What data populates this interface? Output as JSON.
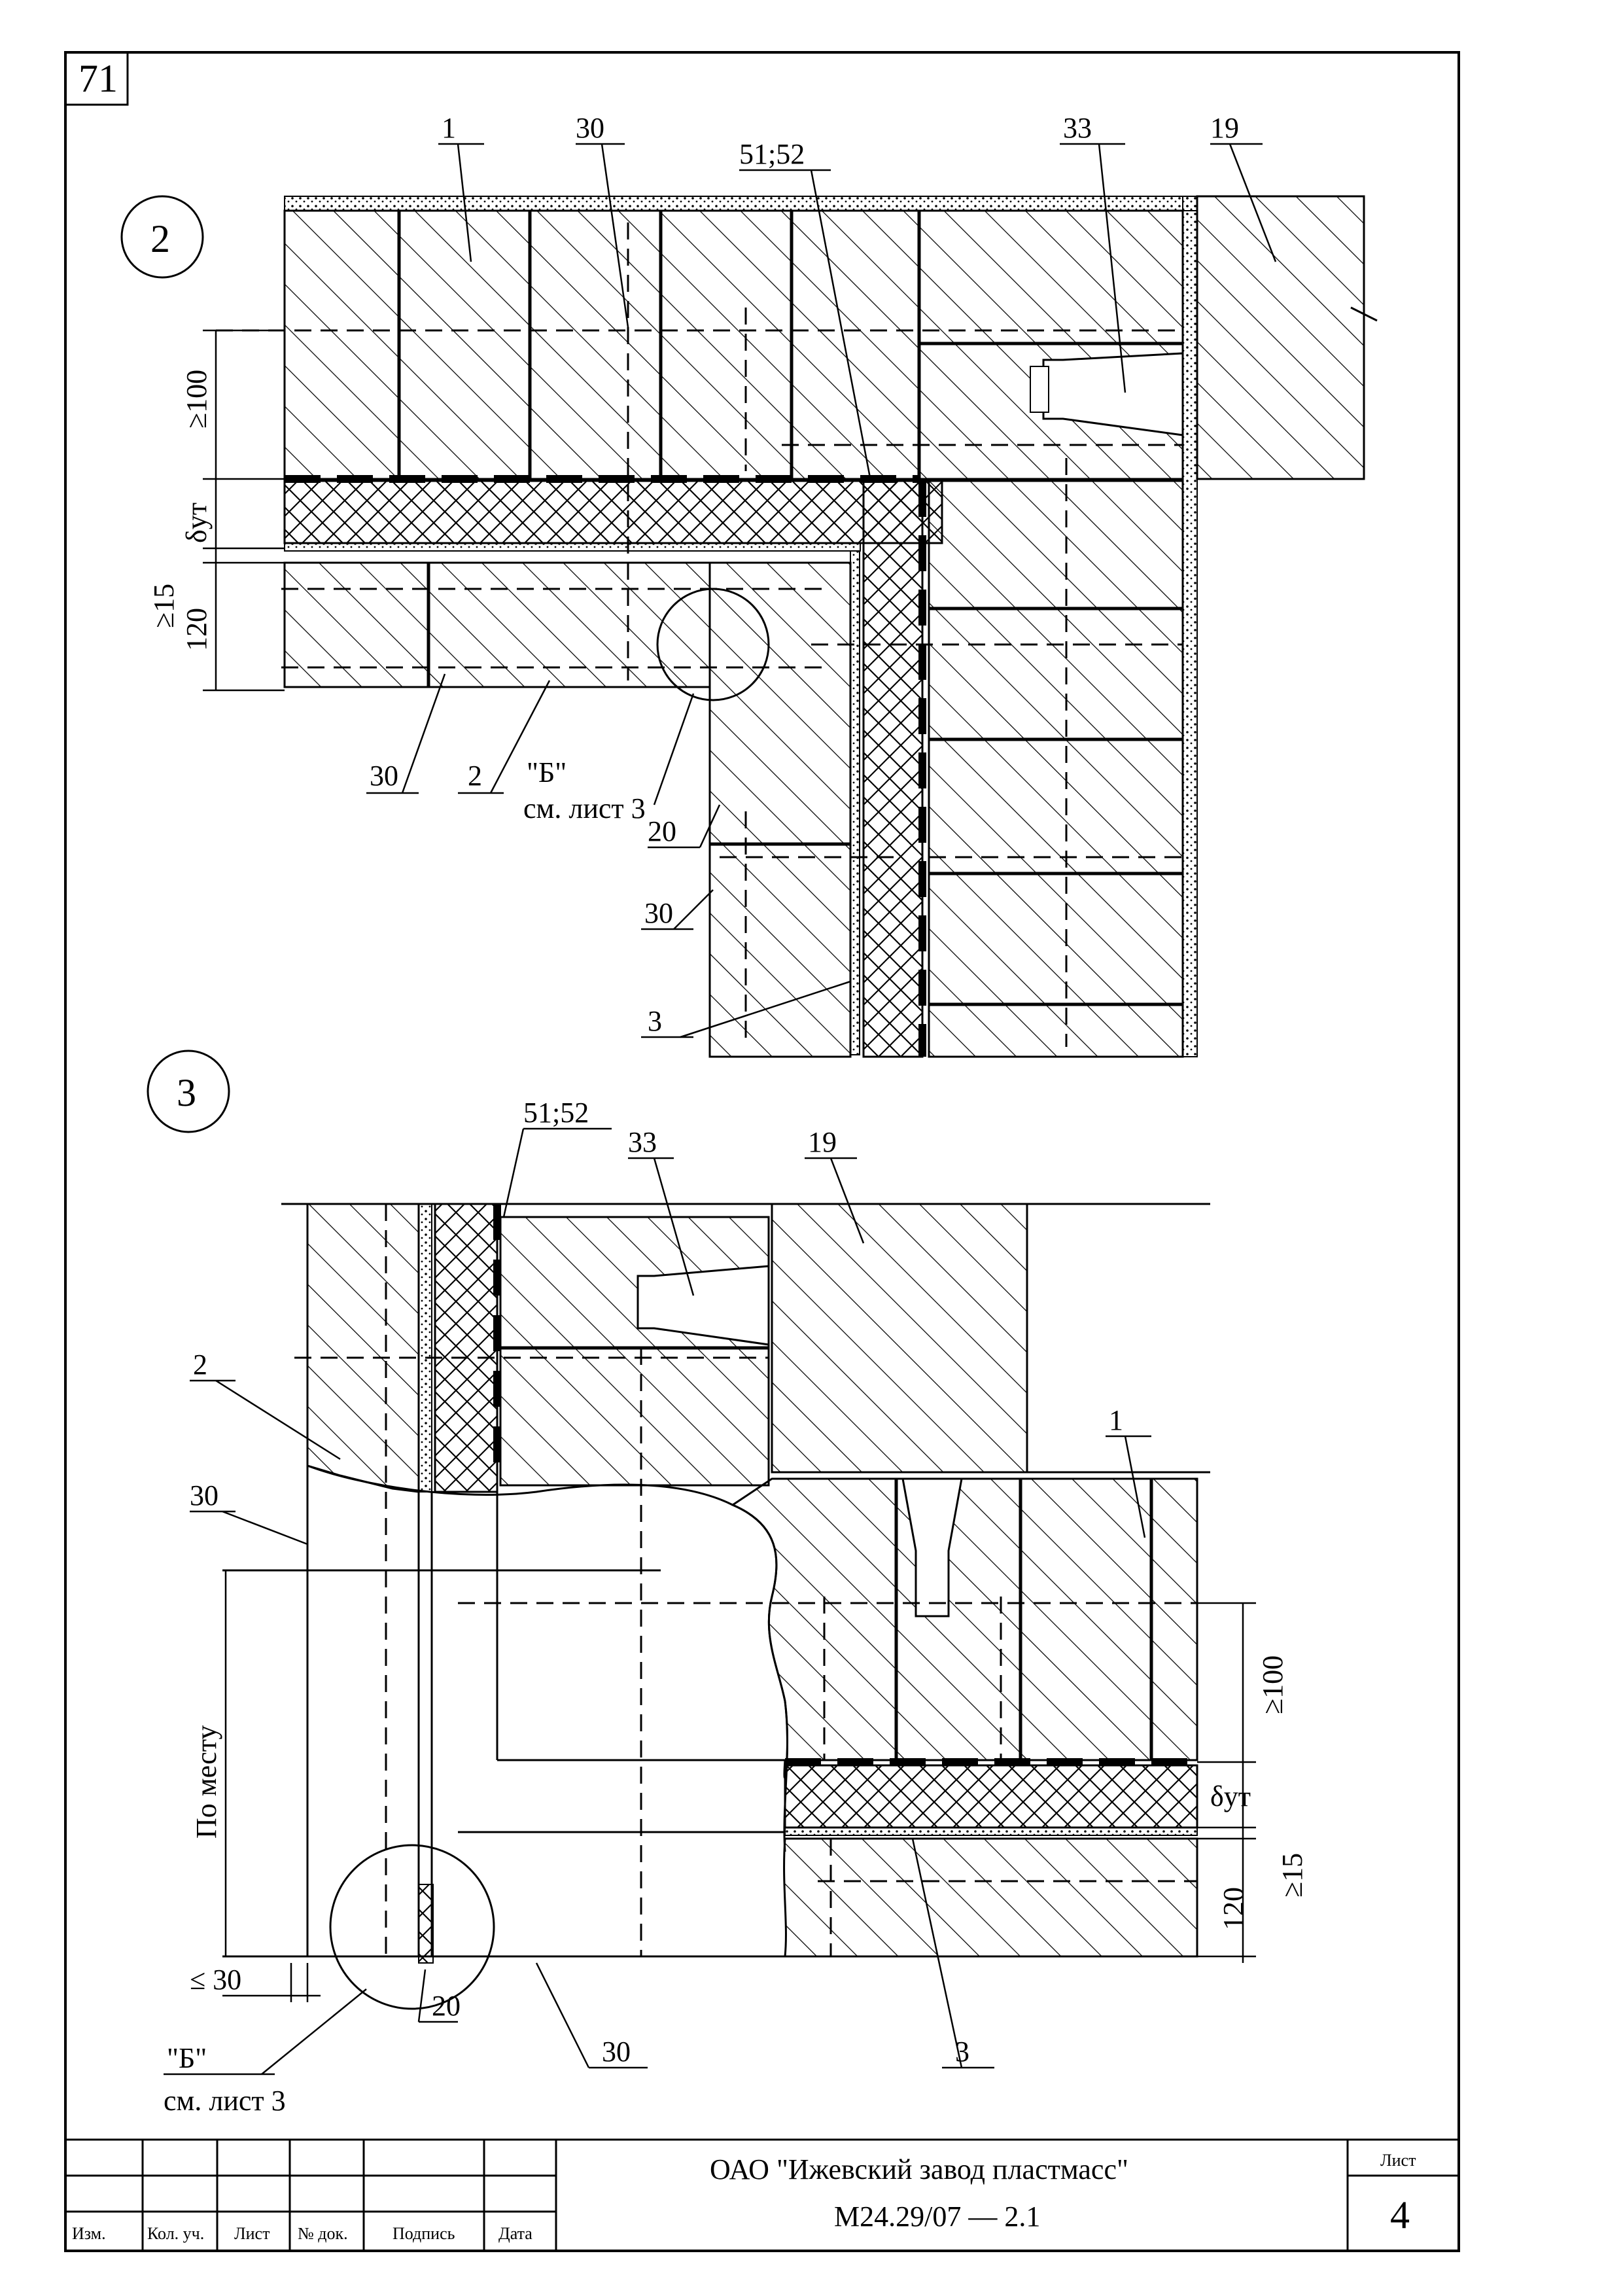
{
  "sheet_corner_number": "71",
  "detail_2": {
    "marker": "2",
    "callouts": {
      "c1": "1",
      "c30_top": "30",
      "c51": "51;52",
      "c33": "33",
      "c19": "19",
      "c30_left": "30",
      "c2": "2",
      "b_ref": "\"Б\"",
      "b_sheet": "см. лист 3",
      "c20": "20",
      "c30_low": "30",
      "c3": "3"
    },
    "dims": {
      "d100": "≥100",
      "dut": "δут",
      "d15": "≥15",
      "d120": "120"
    }
  },
  "detail_3": {
    "marker": "3",
    "callouts": {
      "c51": "51;52",
      "c33": "33",
      "c19": "19",
      "c2": "2",
      "c30_left": "30",
      "c1": "1",
      "c30_bottom": "30",
      "c3": "3",
      "c20": "20",
      "b_ref": "\"Б\"",
      "b_sheet": "см. лист 3"
    },
    "dims": {
      "po_mestu": "По месту",
      "d30": "≤ 30",
      "d100": "≥100",
      "dut": "δут",
      "d15": "≥15",
      "d120": "120"
    }
  },
  "title_block": {
    "headers": [
      "Изм.",
      "Кол. уч.",
      "Лист",
      "№ док.",
      "Подпись",
      "Дата"
    ],
    "company": "ОАО \"Ижевский завод пластмасс\"",
    "doc_code": "М24.29/07 — 2.1",
    "sheet_label": "Лист",
    "sheet_number": "4"
  }
}
